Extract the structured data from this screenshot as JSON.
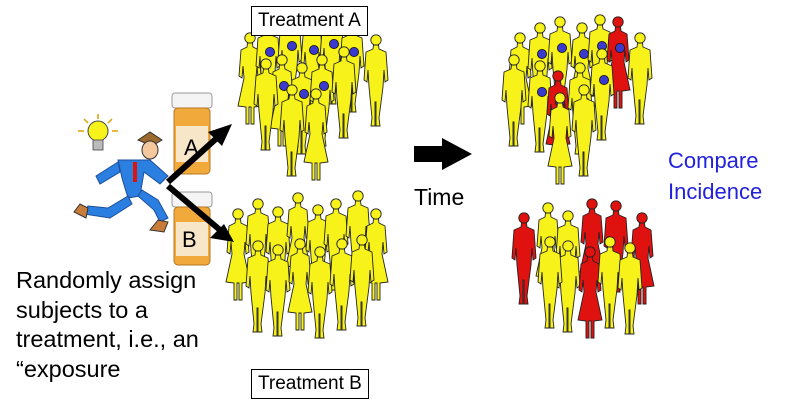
{
  "labels": {
    "treatment_a": "Treatment A",
    "treatment_b": "Treatment B",
    "bottle_a": "A",
    "bottle_b": "B",
    "time": "Time",
    "compare_line1": "Compare",
    "compare_line2": "Incidence",
    "caption_line1": "Randomly assign",
    "caption_line2": "subjects to a",
    "caption_line3": "treatment, i.e., an",
    "caption_line4": "“exposure"
  },
  "colors": {
    "person_default": "#f7f21a",
    "person_diseased": "#e0120f",
    "marker": "#3a3acc",
    "man_suit": "#2a7fe0",
    "arrow": "#000000",
    "compare_text": "#2222dd",
    "bottle": "#f2a93c"
  },
  "groups": {
    "treatment_a_start": {
      "count": 14,
      "markers": 8,
      "diseased": 0
    },
    "treatment_b_start": {
      "count": 14,
      "markers": 0,
      "diseased": 0
    },
    "treatment_a_after": {
      "count": 14,
      "markers": 8,
      "diseased": 2
    },
    "treatment_b_after": {
      "count": 11,
      "markers": 0,
      "diseased": 5
    }
  },
  "icons": [
    "lightbulb-icon",
    "running-man-icon",
    "pill-bottle-icon",
    "right-arrow-icon",
    "person-icon"
  ]
}
